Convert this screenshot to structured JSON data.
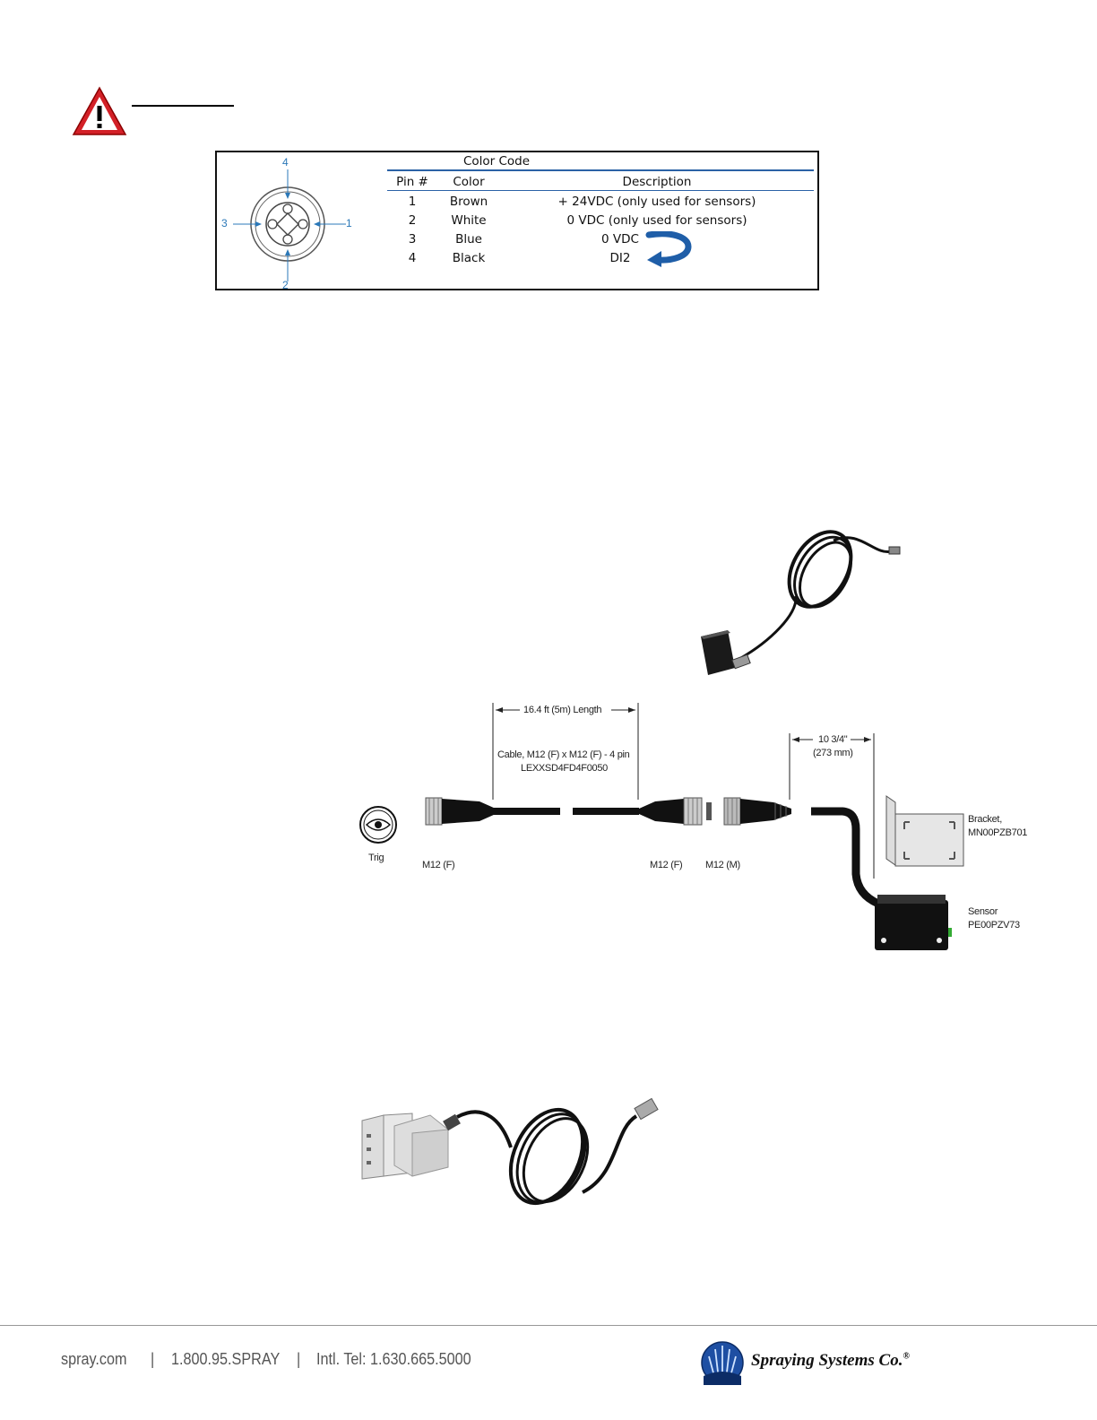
{
  "pin_table": {
    "title": "Color Code",
    "headers": {
      "pin": "Pin #",
      "color": "Color",
      "description": "Description"
    },
    "rows": [
      {
        "pin": "1",
        "color": "Brown",
        "description": "+ 24VDC (only used for sensors)"
      },
      {
        "pin": "2",
        "color": "White",
        "description": "0 VDC (only used for sensors)"
      },
      {
        "pin": "3",
        "color": "Blue",
        "description": "0 VDC"
      },
      {
        "pin": "4",
        "color": "Black",
        "description": "DI2"
      }
    ],
    "connector_pin_labels": {
      "top": "4",
      "right": "1",
      "bottom": "2",
      "left": "3"
    },
    "accent_color": "#2b62a6"
  },
  "diagram": {
    "length_label": "16.4 ft (5m) Length",
    "cable_line1": "Cable, M12 (F) x M12 (F) - 4 pin",
    "cable_line2": "LEXXSD4FD4F0050",
    "sensor_lead_line1": "10 3/4\"",
    "sensor_lead_line2": "(273 mm)",
    "trig_label": "Trig",
    "m12f_left": "M12 (F)",
    "m12f_right": "M12 (F)",
    "m12m": "M12 (M)",
    "bracket_line1": "Bracket,",
    "bracket_line2": "MN00PZB701",
    "sensor_line1": "Sensor",
    "sensor_line2": "PE00PZV73"
  },
  "footer": {
    "website": "spray.com",
    "sep": "|",
    "phone": "1.800.95.SPRAY",
    "intl": "Intl. Tel: 1.630.665.5000",
    "brand": "Spraying Systems Co.",
    "registered": "®"
  }
}
